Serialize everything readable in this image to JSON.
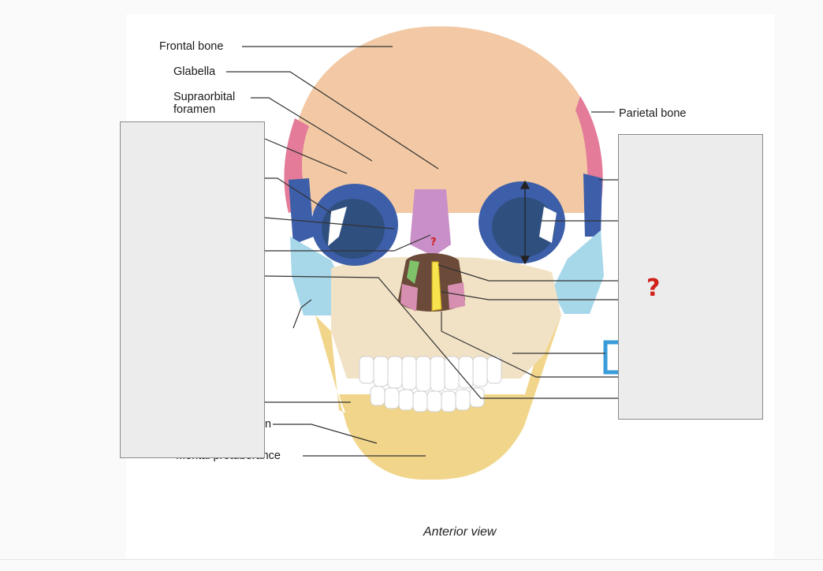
{
  "labels": {
    "frontal_bone": "Frontal bone",
    "glabella": "Glabella",
    "supraorbital_foramen": "Supraorbital\nforamen",
    "parietal_bone": "Parietal bone",
    "mental_foramen_partial": "n",
    "mental_protuberance_partial": "Mental protuberance"
  },
  "caption": "Anterior view",
  "question_marks": {
    "small": "?",
    "large": "?"
  },
  "colors": {
    "frontal": "#f2c9a4",
    "parietal": "#e37b99",
    "orbit_blue": "#3d5ea8",
    "sphenoid_blue": "#8fc9e0",
    "zygomatic": "#a7d8ea",
    "nasal": "#c98fc8",
    "maxilla": "#f1e2c5",
    "mandible": "#f1d58a",
    "vomer": "#f7e34d",
    "ethmoid_green": "#7fc26a",
    "teeth": "#ffffff",
    "bracket_blue": "#3a9bd9",
    "question_red": "#d0201a",
    "answer_box": "#ececec"
  }
}
